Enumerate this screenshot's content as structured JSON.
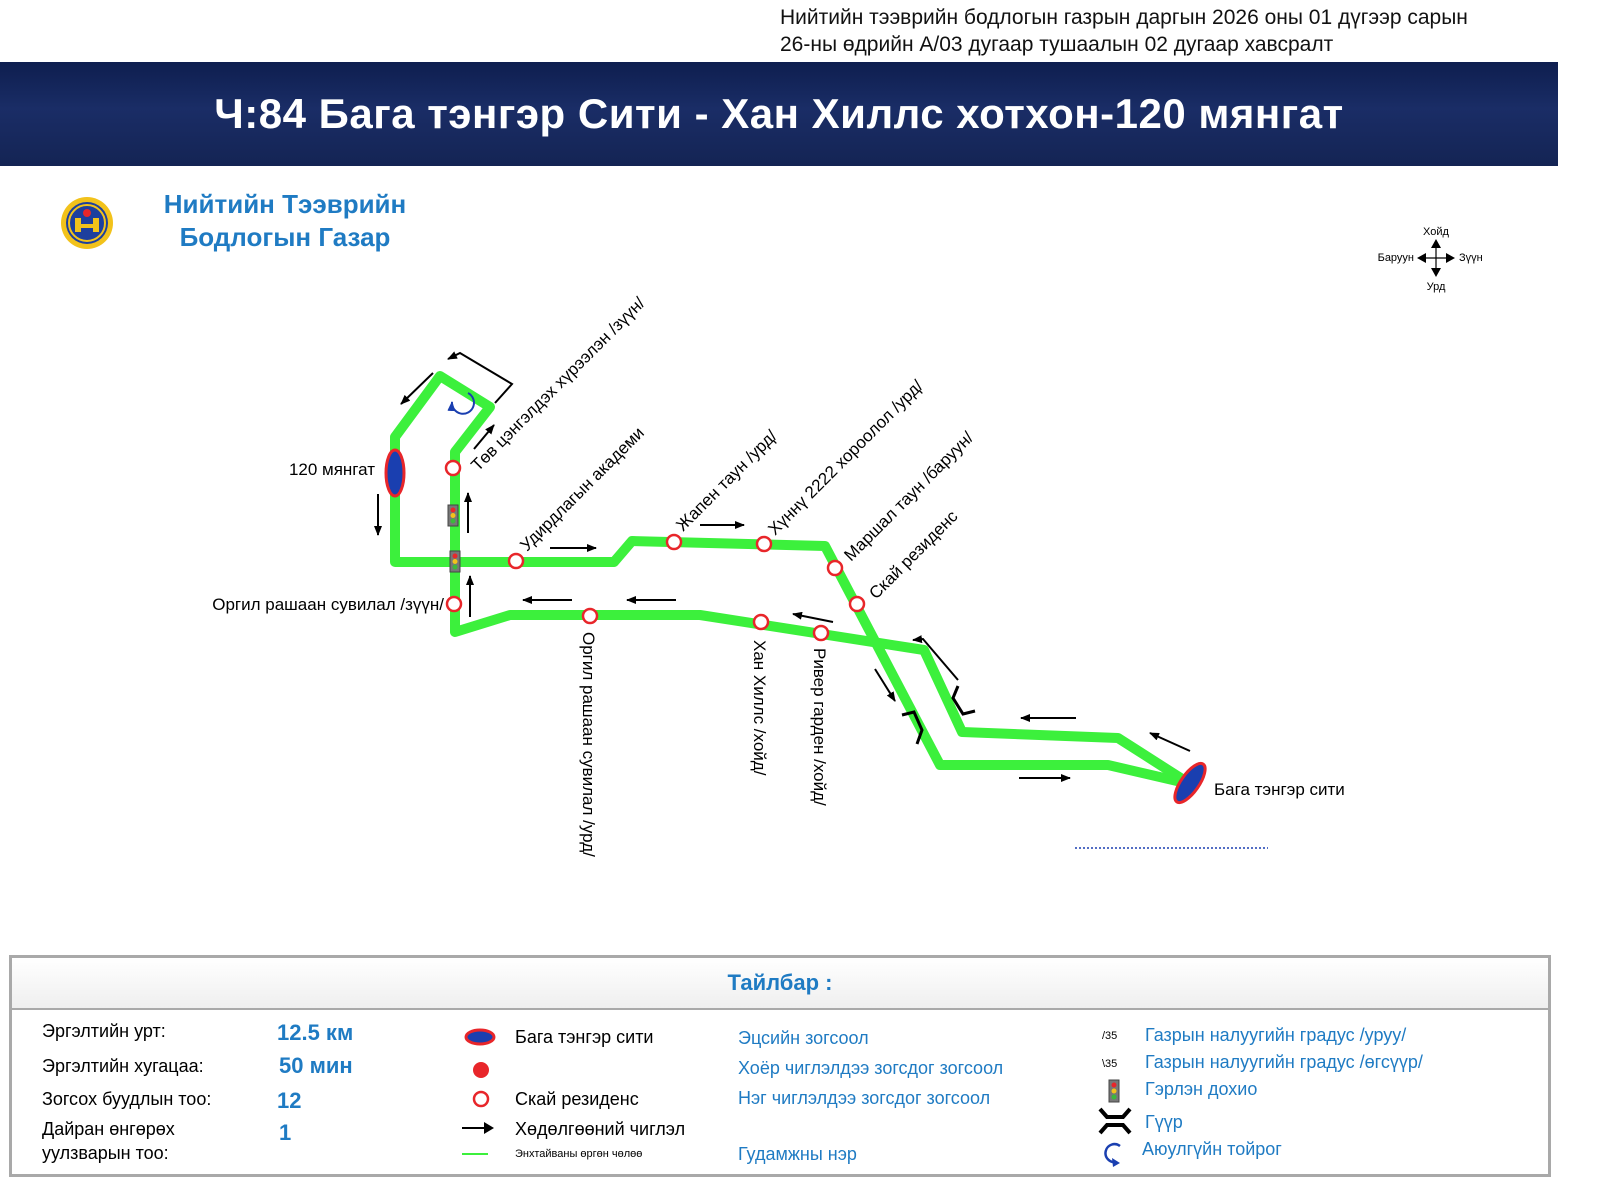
{
  "decree": {
    "line1": "Нийтийн тээврийн бодлогын газрын даргын 2026 оны 01 дүгээр сарын",
    "line2": "26-ны өдрийн А/03 дугаар тушаалын 02 дугаар хавсралт"
  },
  "title": "Ч:84 Бага тэнгэр Сити - Хан Хиллс хотхон-120 мянгат",
  "org": {
    "line1": "Нийтийн Тээврийн",
    "line2": "Бодлогын Газар"
  },
  "compass": {
    "north": "Хойд",
    "south": "Урд",
    "west": "Баруун",
    "east": "Зүүн"
  },
  "terminals": {
    "start": "120 мянгат",
    "end": "Бага тэнгэр сити"
  },
  "stops": {
    "tev": "Төв цэнгэлдэх хүрээлэн /зүүн/",
    "udirdlaga": "Удирдлагын академи",
    "japan": "Жапен таун /урд/",
    "khunnu": "Хүннү 2222 хороолол /урд/",
    "marshal": "Маршал таун /баруун/",
    "sky": "Скай резиденс",
    "orgil_east": "Оргил рашаан сувилал /зүүн/",
    "orgil_south": "Оргил рашаан сувилал /урд/",
    "khan_hills": "Хан Хиллс /хойд/",
    "river": "Ривер гарден /хойд/"
  },
  "colors": {
    "route": "#3cf03c",
    "stop": "#e8262a",
    "terminal_fill": "#1a3fb0",
    "accent": "#1f7bc3"
  },
  "legend": {
    "title": "Тайлбар :",
    "length_label": "Эргэлтийн урт:",
    "length_value": "12.5 км",
    "duration_label": "Эргэлтийн хугацаа:",
    "duration_value": "50 мин",
    "stops_label": "Зогсох буудлын тоо:",
    "stops_value": "12",
    "cross_label_1": "Дайран өнгөрөх",
    "cross_label_2": "уулзварын тоо:",
    "cross_value": "1",
    "sym_terminal": "Бага тэнгэр сити",
    "sym_oneway": "Скай резиденс",
    "sym_direction": "Хөдөлгөөний чиглэл",
    "sym_route": "Энхтайваны өргөн чөлөө",
    "desc_terminal": "Эцсийн зогсоол",
    "desc_both": "Хоёр чиглэлдээ зогсдог зогсоол",
    "desc_one": "Нэг чиглэлдээ зогсдог зогсоол",
    "desc_street": "Гудамжны нэр",
    "slope_down_sym": "/35",
    "slope_up_sym": "\\35",
    "slope_down": "Газрын налуугийн градус /уруу/",
    "slope_up": "Газрын налуугийн градус /өгсүүр/",
    "traffic_light": "Гэрлэн дохио",
    "bridge": "Гүүр",
    "roundabout": "Аюулгүйн тойрог"
  }
}
